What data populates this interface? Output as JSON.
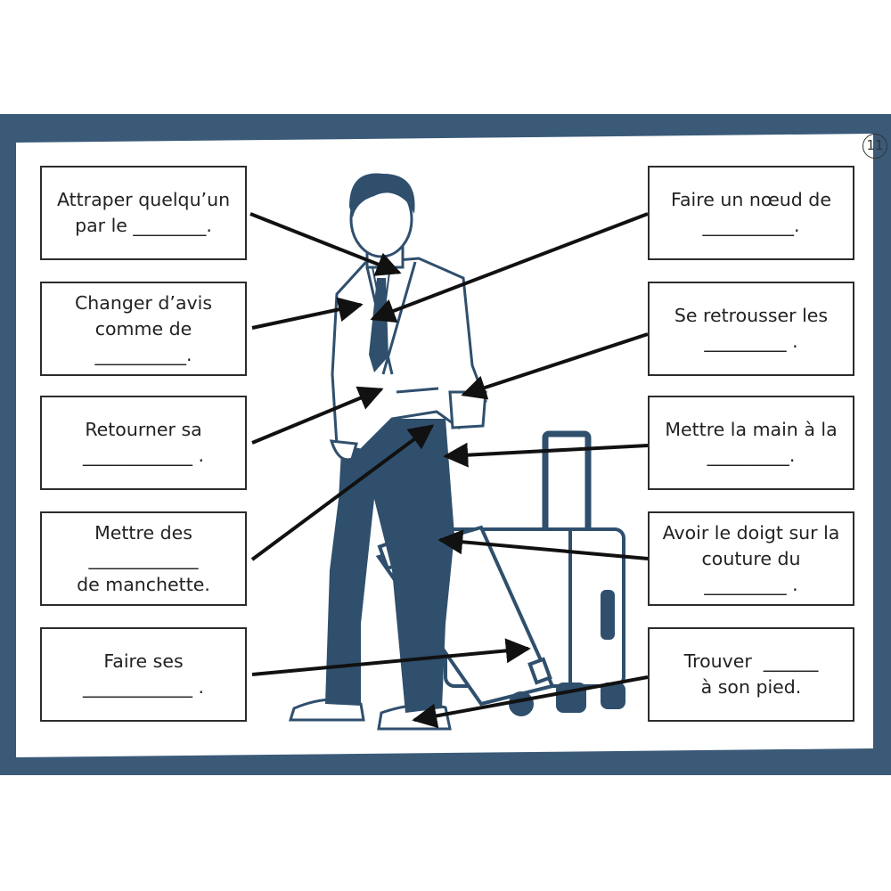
{
  "page_number": "11",
  "colors": {
    "frame": "#3a5a78",
    "ink": "#2f4f6d",
    "line": "#111111"
  },
  "left_boxes": [
    {
      "lines": [
        "Attraper quelqu’un",
        "par le ________."
      ]
    },
    {
      "lines": [
        "Changer d’avis",
        "comme de",
        "__________."
      ]
    },
    {
      "lines": [
        "Retourner sa",
        "____________ ."
      ]
    },
    {
      "lines": [
        "Mettre des",
        "____________",
        "de manchette."
      ]
    },
    {
      "lines": [
        "Faire ses",
        "____________ ."
      ]
    }
  ],
  "right_boxes": [
    {
      "lines": [
        "Faire un nœud de",
        "__________."
      ]
    },
    {
      "lines": [
        "Se retrousser les",
        "_________ ."
      ]
    },
    {
      "lines": [
        "Mettre la main à la",
        "_________."
      ]
    },
    {
      "lines": [
        "Avoir le doigt sur la",
        "couture du",
        "_________ ."
      ]
    },
    {
      "lines": [
        "Trouver  ______",
        "à son pied."
      ]
    }
  ]
}
